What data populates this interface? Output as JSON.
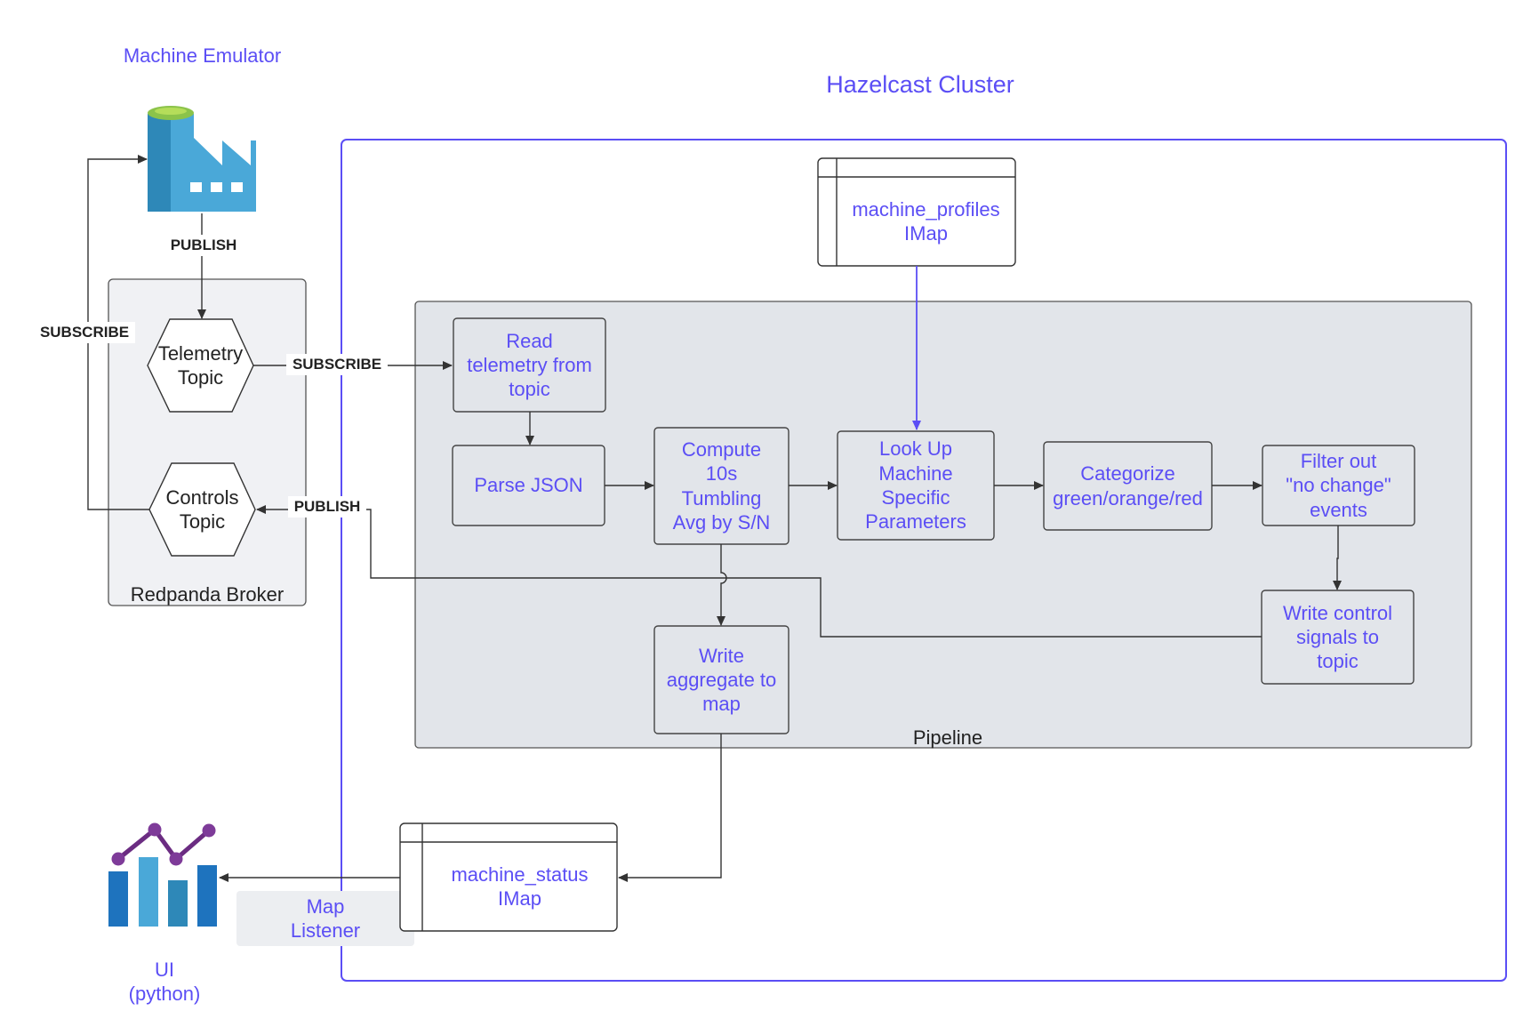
{
  "labels": {
    "machine_emulator": "Machine Emulator",
    "hazelcast_cluster": "Hazelcast Cluster",
    "redpanda_broker": "Redpanda Broker",
    "pipeline": "Pipeline",
    "ui": "UI\n(python)",
    "map_listener": "Map\nListener"
  },
  "edges": {
    "publish_top": "PUBLISH",
    "subscribe_left": "SUBSCRIBE",
    "subscribe_mid": "SUBSCRIBE",
    "publish_mid": "PUBLISH"
  },
  "topics": {
    "telemetry": "Telemetry\nTopic",
    "controls": "Controls\nTopic"
  },
  "maps": {
    "machine_profiles": "machine_profiles\nIMap",
    "machine_status": "machine_status\nIMap"
  },
  "steps": {
    "read": "Read\ntelemetry from\ntopic",
    "parse": "Parse JSON",
    "compute": "Compute\n10s\nTumbling\nAvg by S/N",
    "lookup": "Look Up\nMachine\nSpecific\nParameters",
    "categorize": "Categorize\ngreen/orange/red",
    "filter": "Filter out\n\"no change\"\nevents",
    "write_control": "Write control\nsignals to\ntopic",
    "write_aggregate": "Write\naggregate to\nmap"
  },
  "colors": {
    "accent": "#5b4ef5",
    "panel": "#e2e5ea",
    "factory": "#4aa8d8",
    "chart_bar": "#1e73be",
    "chart_line": "#6b2c82"
  },
  "icons": {
    "factory": "factory-icon",
    "ui_chart": "chart-icon"
  }
}
